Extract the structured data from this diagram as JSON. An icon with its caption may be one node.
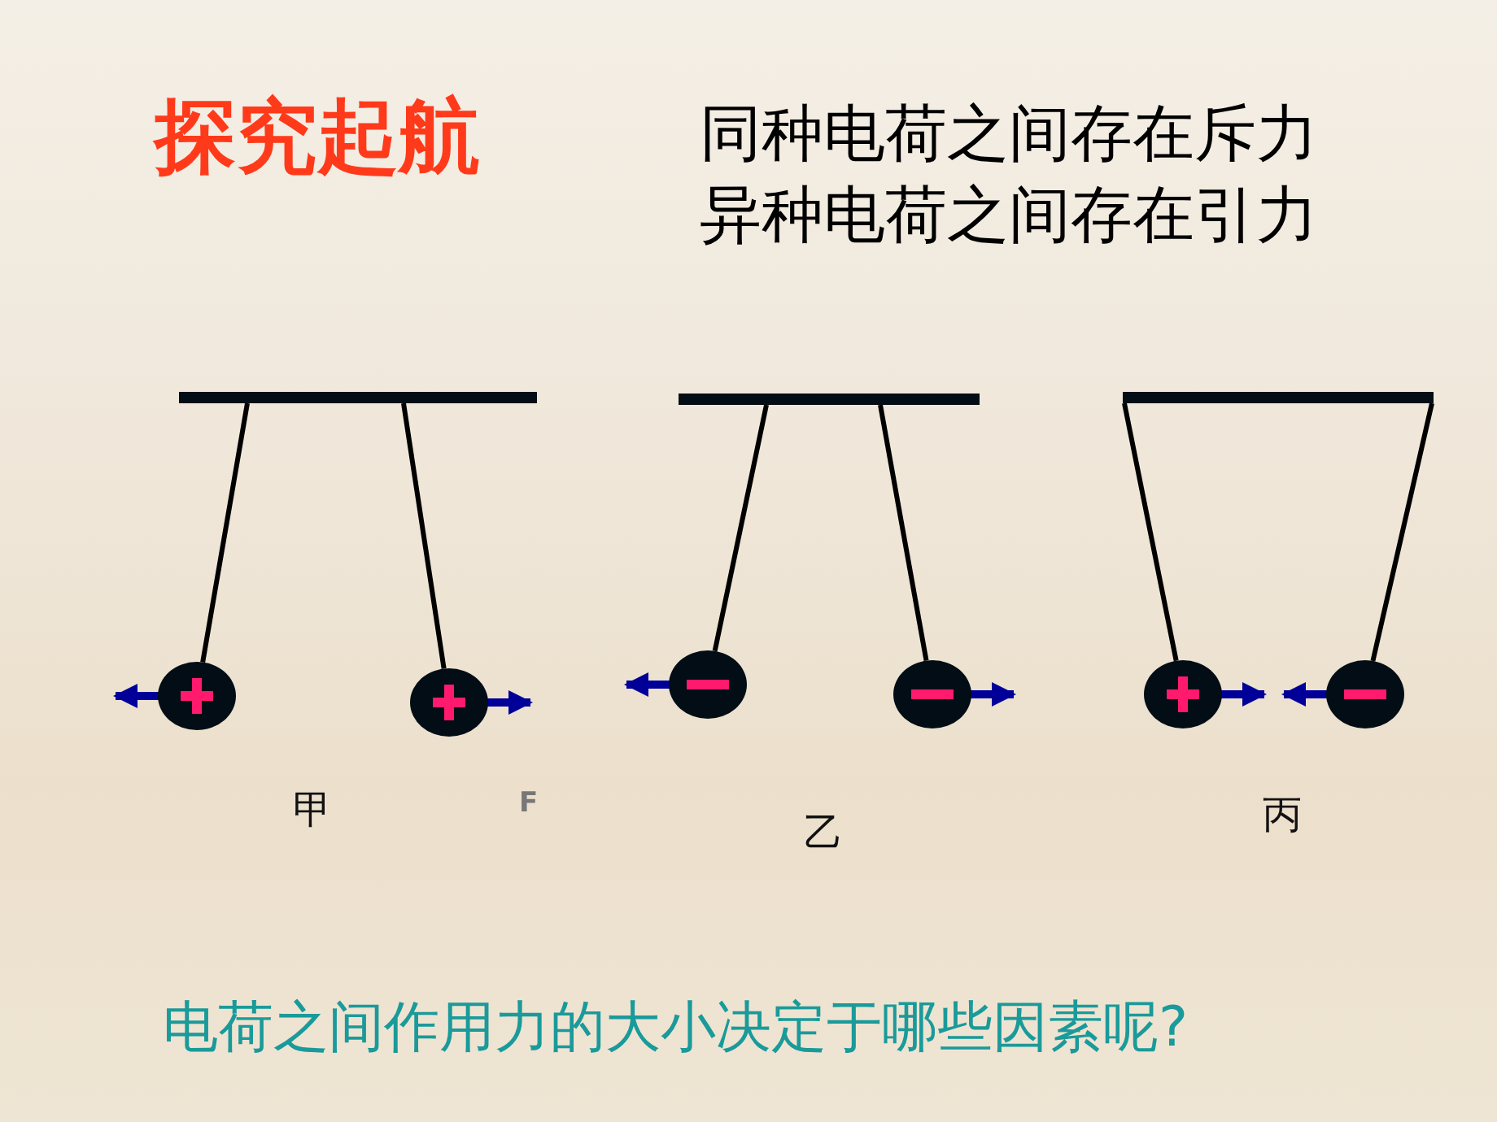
{
  "diagram": {
    "title": "探究起航",
    "nodes": [
      {
        "text": [],
        "shape": "bar"
      },
      {
        "text": [],
        "shape": "circle"
      },
      {
        "text": [],
        "shape": "circle"
      },
      {
        "text": [],
        "shape": "bar"
      },
      {
        "text": [],
        "shape": "circle"
      },
      {
        "text": [],
        "shape": "circle"
      },
      {
        "text": [],
        "shape": "bar"
      },
      {
        "text": [],
        "shape": "circle"
      },
      {
        "text": [],
        "shape": "circle"
      }
    ],
    "edges": [
      {
        "from": 0,
        "to": 1,
        "arrow": "none"
      },
      {
        "from": 0,
        "to": 2,
        "arrow": "none"
      },
      {
        "from": 3,
        "to": 4,
        "arrow": "none"
      },
      {
        "from": 3,
        "to": 5,
        "arrow": "none"
      },
      {
        "from": 6,
        "to": 7,
        "arrow": "none"
      },
      {
        "from": 6,
        "to": 8,
        "arrow": "none"
      }
    ],
    "labels": [
      "同种电荷之间存在斥力",
      "异种电荷之间存在引力",
      "甲",
      "F",
      "乙",
      "丙",
      "电荷之间作用力的大小决定于哪些因素呢?"
    ]
  }
}
